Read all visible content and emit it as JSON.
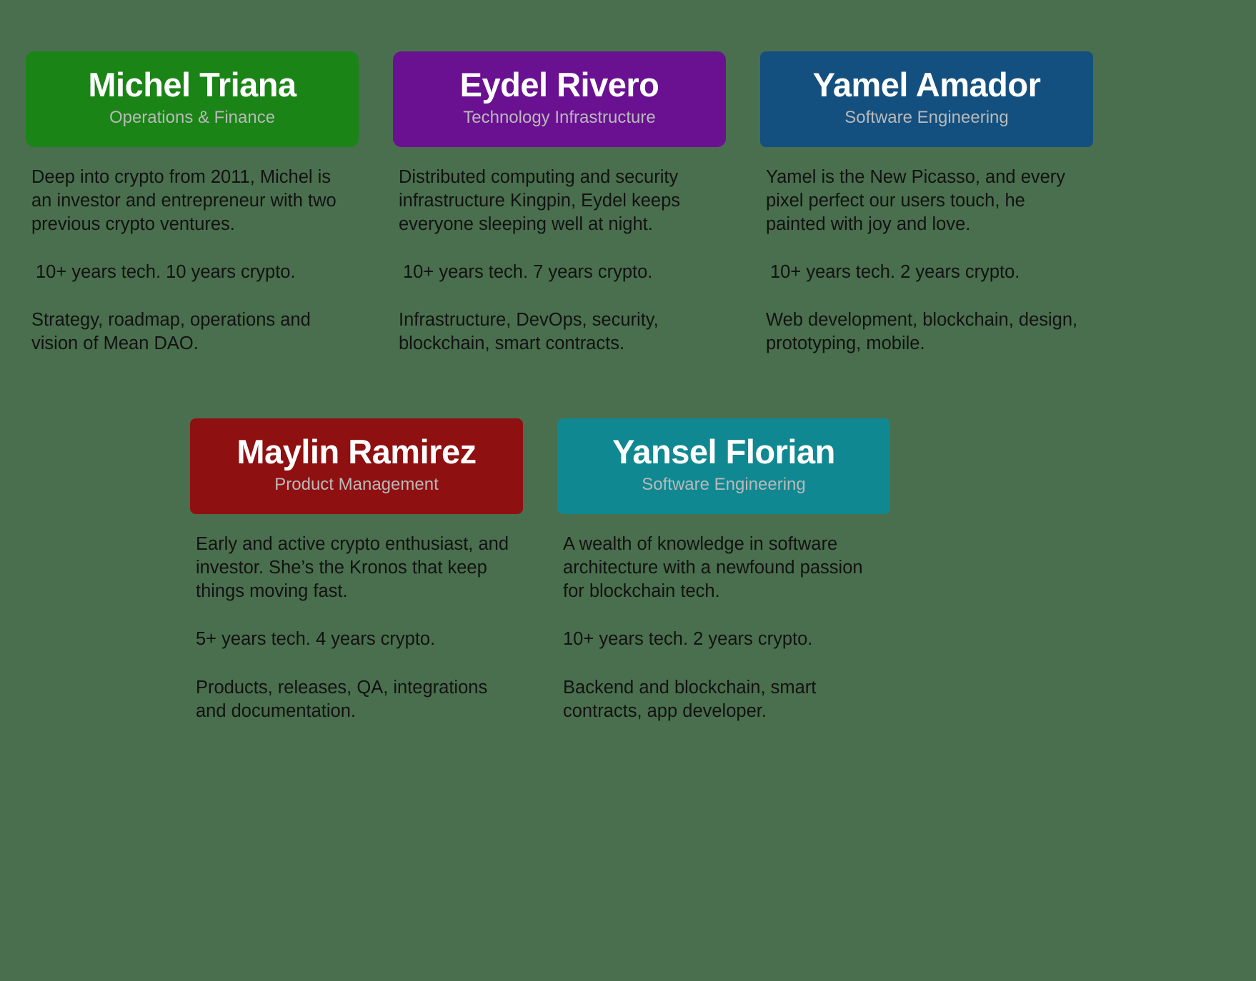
{
  "page": {
    "background_color": "#4a6f4e",
    "title_text_color": "#ffffff",
    "role_text_color": "#b9b9b9",
    "body_text_color": "#121212"
  },
  "team": [
    {
      "name": "Michel Triana",
      "role": "Operations & Finance",
      "color": "#1a8417",
      "bio": "Deep into crypto from 2011, Michel is an investor and entrepreneur with two previous crypto ventures.",
      "experience": "10+ years tech. 10 years crypto.",
      "skills": "Strategy, roadmap, operations and vision of Mean DAO."
    },
    {
      "name": "Eydel Rivero",
      "role": "Technology Infrastructure",
      "color": "#6a1192",
      "bio": "Distributed computing and security infrastructure Kingpin, Eydel keeps everyone sleeping well at night.",
      "experience": "10+ years tech. 7 years crypto.",
      "skills": "Infrastructure, DevOps, security, blockchain, smart contracts."
    },
    {
      "name": "Yamel Amador",
      "role": "Software Engineering",
      "color": "#14507f",
      "bio": "Yamel is the New Picasso, and every pixel perfect our users touch, he painted with joy and love.",
      "experience": "10+ years tech. 2 years crypto.",
      "skills": "Web development, blockchain, design, prototyping, mobile."
    },
    {
      "name": "Maylin Ramirez",
      "role": "Product Management",
      "color": "#8f1010",
      "bio": "Early and active crypto enthusiast, and investor. She’s the Kronos that keep things moving fast.",
      "experience": "5+ years tech. 4 years crypto.",
      "skills": "Products, releases, QA, integrations and documentation."
    },
    {
      "name": "Yansel Florian",
      "role": "Software Engineering",
      "color": "#108891",
      "bio": "A wealth of knowledge in software architecture with a newfound passion for blockchain tech.",
      "experience": "10+ years tech. 2 years crypto.",
      "skills": "Backend and blockchain, smart contracts, app developer."
    }
  ]
}
